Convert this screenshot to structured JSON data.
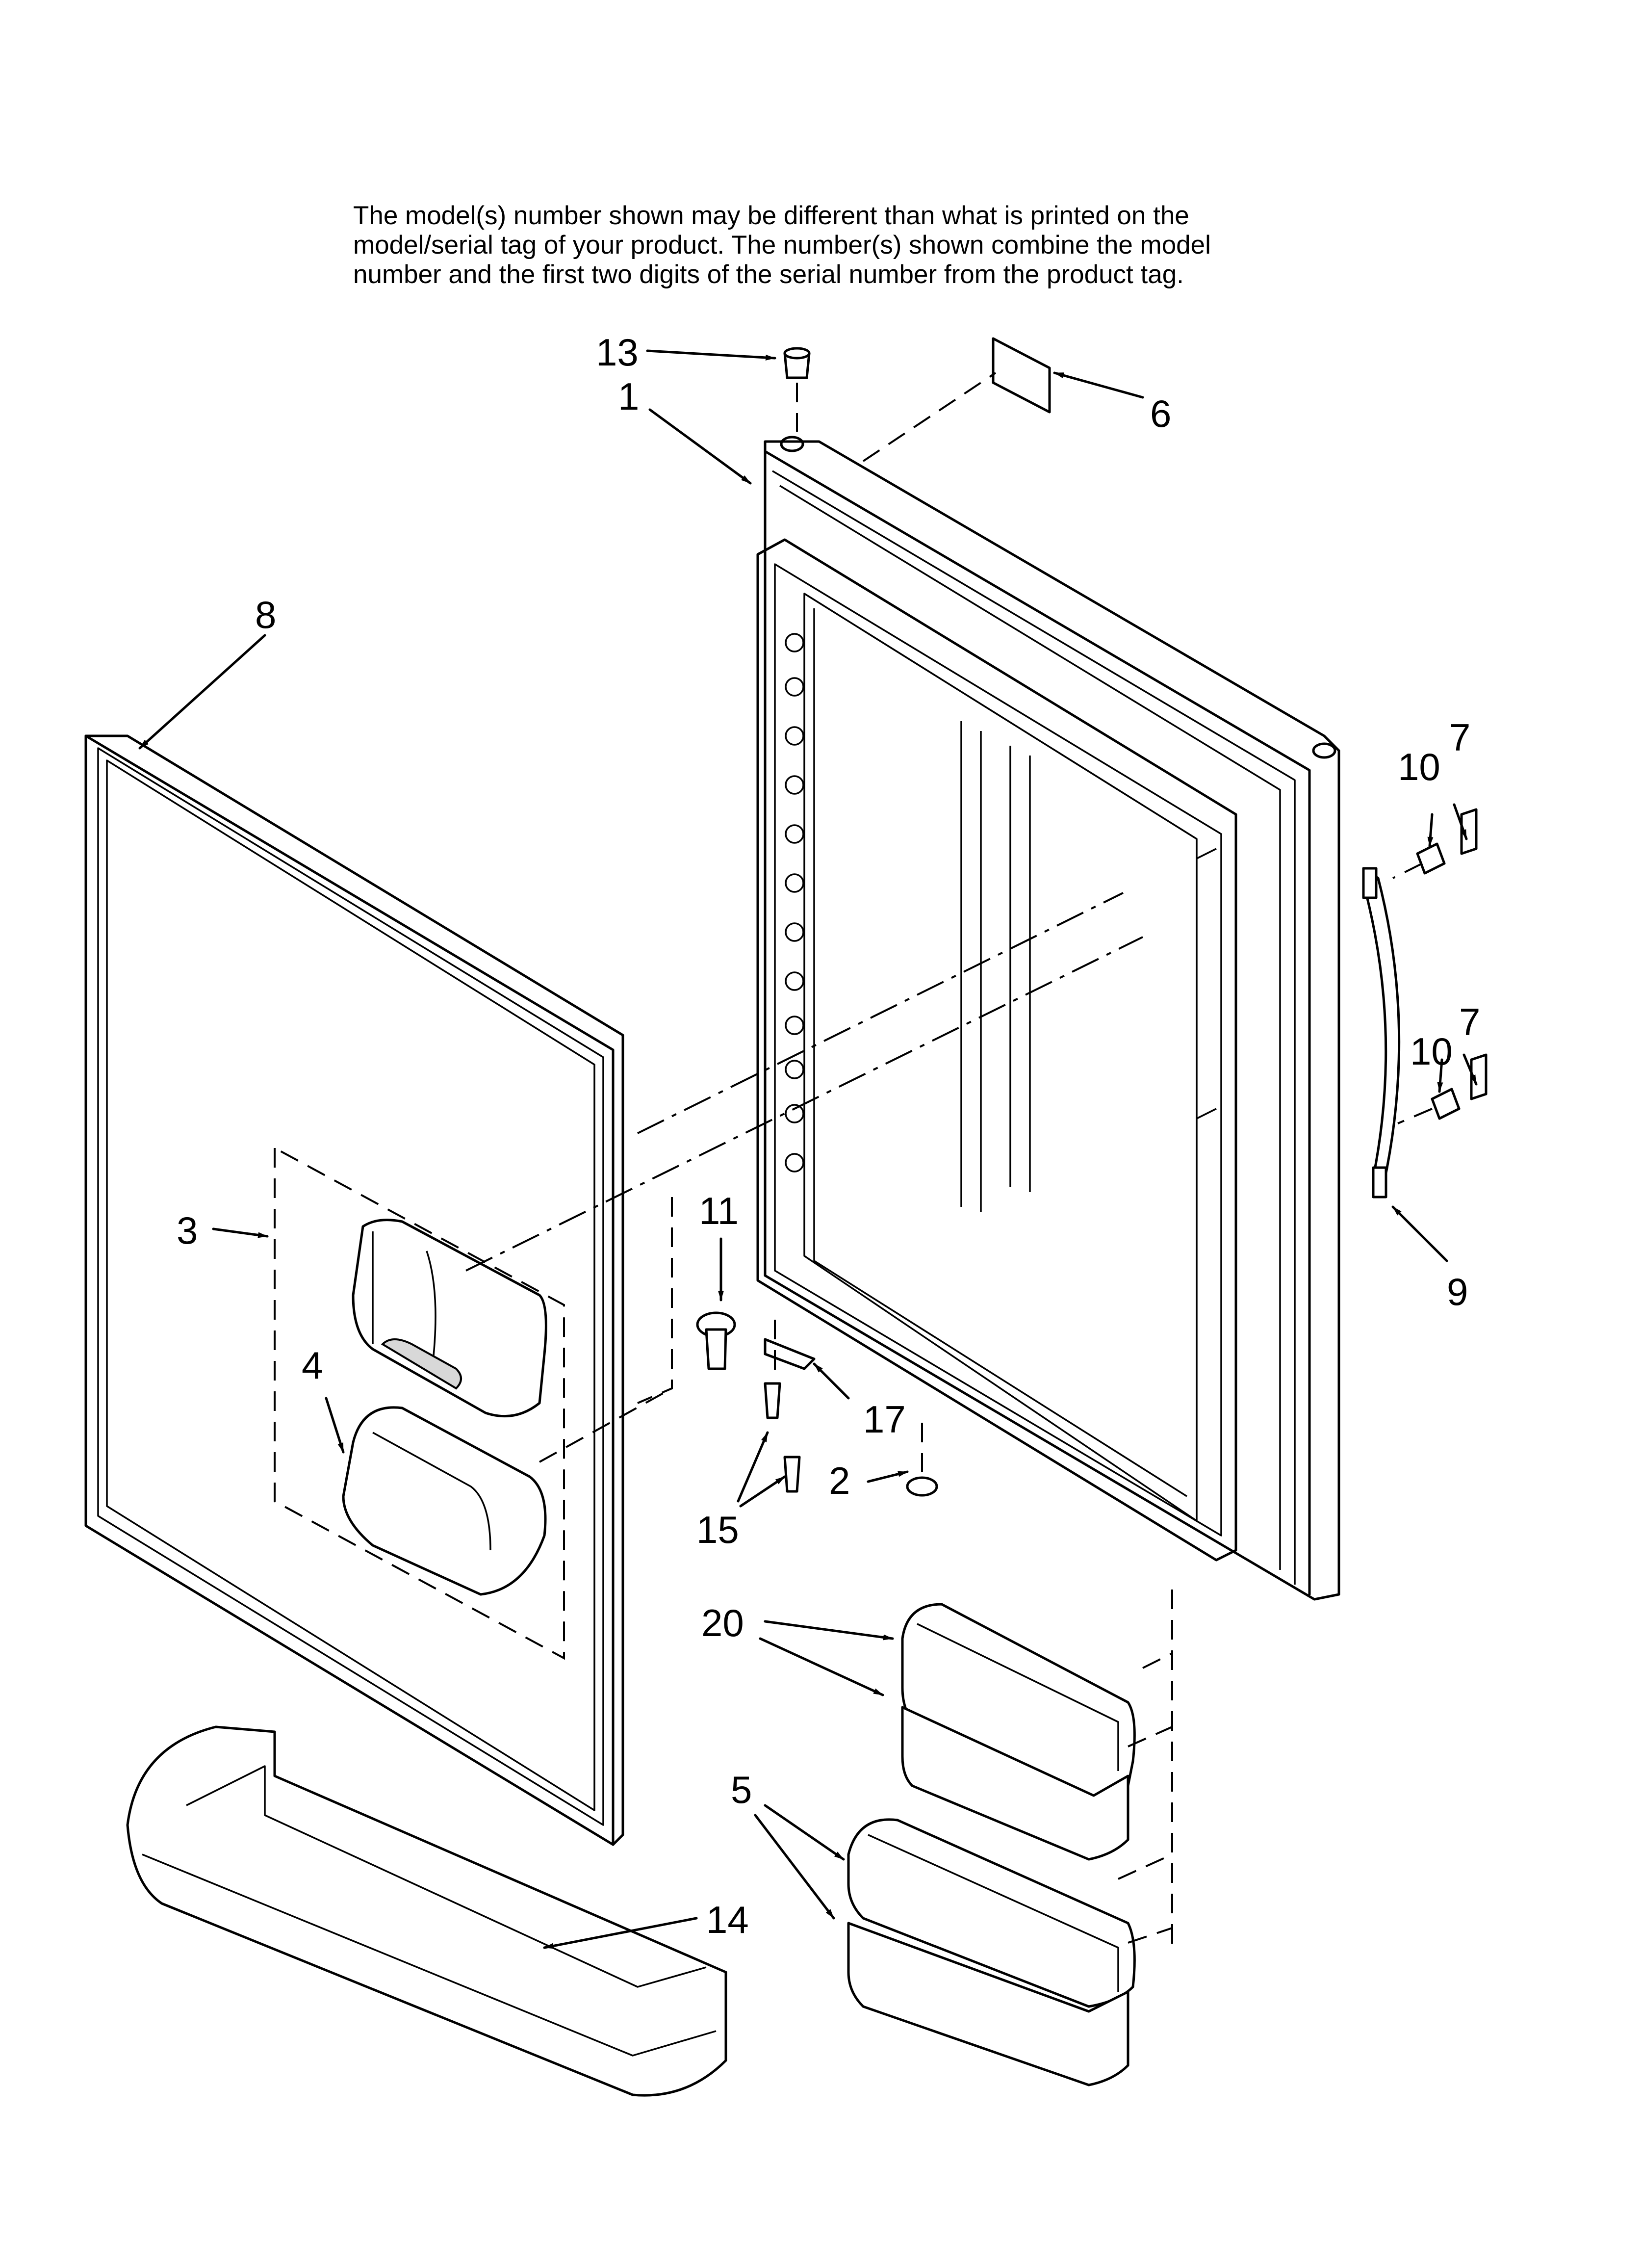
{
  "note": {
    "lines": [
      "The model(s) number shown may be different than what is printed on the",
      "model/serial tag of your product. The number(s) shown combine the model",
      "number and the first two digits of the serial number from the product tag."
    ]
  },
  "callouts": {
    "c1": "1",
    "c2": "2",
    "c3": "3",
    "c4": "4",
    "c5": "5",
    "c6": "6",
    "c7a": "7",
    "c7b": "7",
    "c8": "8",
    "c9": "9",
    "c10a": "10",
    "c10b": "10",
    "c11": "11",
    "c13": "13",
    "c14": "14",
    "c15": "15",
    "c17": "17",
    "c20": "20"
  }
}
